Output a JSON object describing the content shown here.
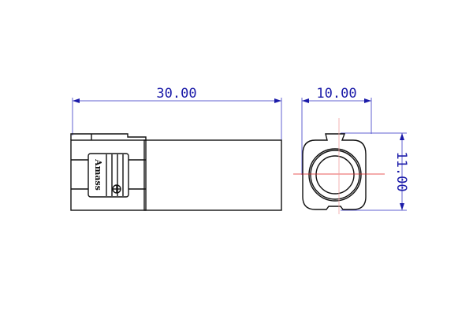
{
  "drawing": {
    "side_view": {
      "length_dimension": "30.00",
      "logo_text": "Amass"
    },
    "end_view": {
      "width_dimension": "10.00",
      "height_dimension": "11.00"
    },
    "colors": {
      "outline": "#111111",
      "dimension": "#1a1aa8",
      "centerline": "#e02020"
    }
  }
}
